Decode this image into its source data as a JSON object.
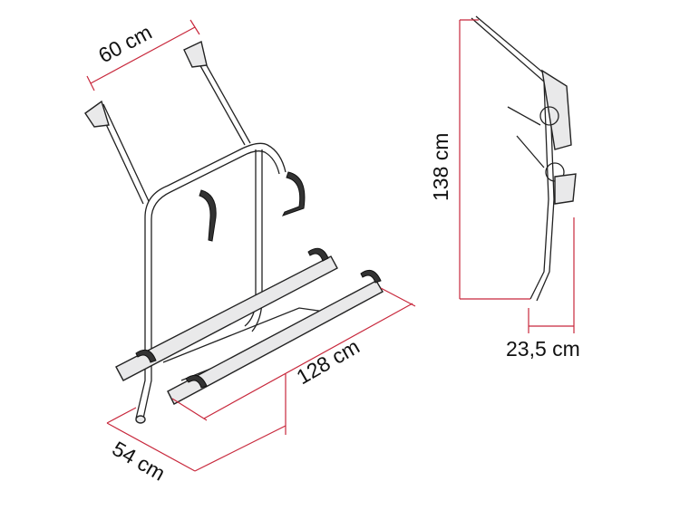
{
  "title": "Bike rack dimensions",
  "dimensions": {
    "width_top": "60 cm",
    "length_rails": "128 cm",
    "depth_bottom": "54 cm",
    "height": "138 cm",
    "side_depth": "23,5 cm"
  },
  "colors": {
    "dimension_line": "#c8283c",
    "drawing": "#222222",
    "tube_fill": "#e9e9ea"
  }
}
